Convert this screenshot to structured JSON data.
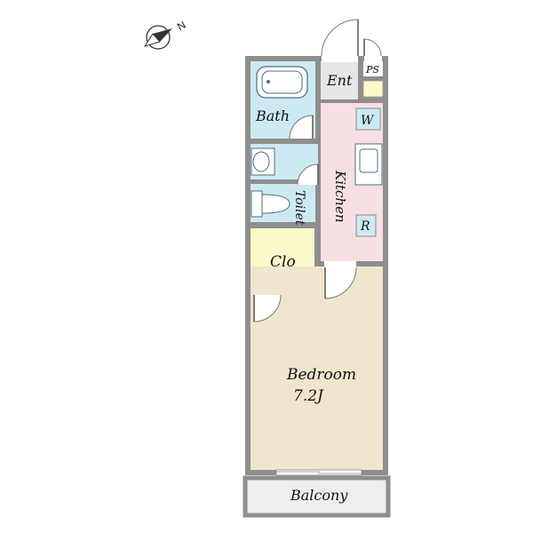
{
  "colors": {
    "wall": "#8e8e8e",
    "wet_area": "#cdeaf3",
    "kitchen": "#f8dfe4",
    "closet": "#fbf8c9",
    "bedroom": "#efe6cd",
    "entrance": "#e6e6e6",
    "balcony": "#eeeeee",
    "fixture_line": "#4d6f7a"
  },
  "compass": {
    "label": "N",
    "icon": "compass-arrow-icon"
  },
  "rooms": {
    "ent": "Ent",
    "ps": "PS",
    "bath": "Bath",
    "toilet": "Toilet",
    "kitchen": "Kitchen",
    "w": "W",
    "r": "R",
    "clo": "Clo",
    "bedroom": "Bedroom",
    "bedroom_size": "7.2J",
    "balcony": "Balcony"
  }
}
